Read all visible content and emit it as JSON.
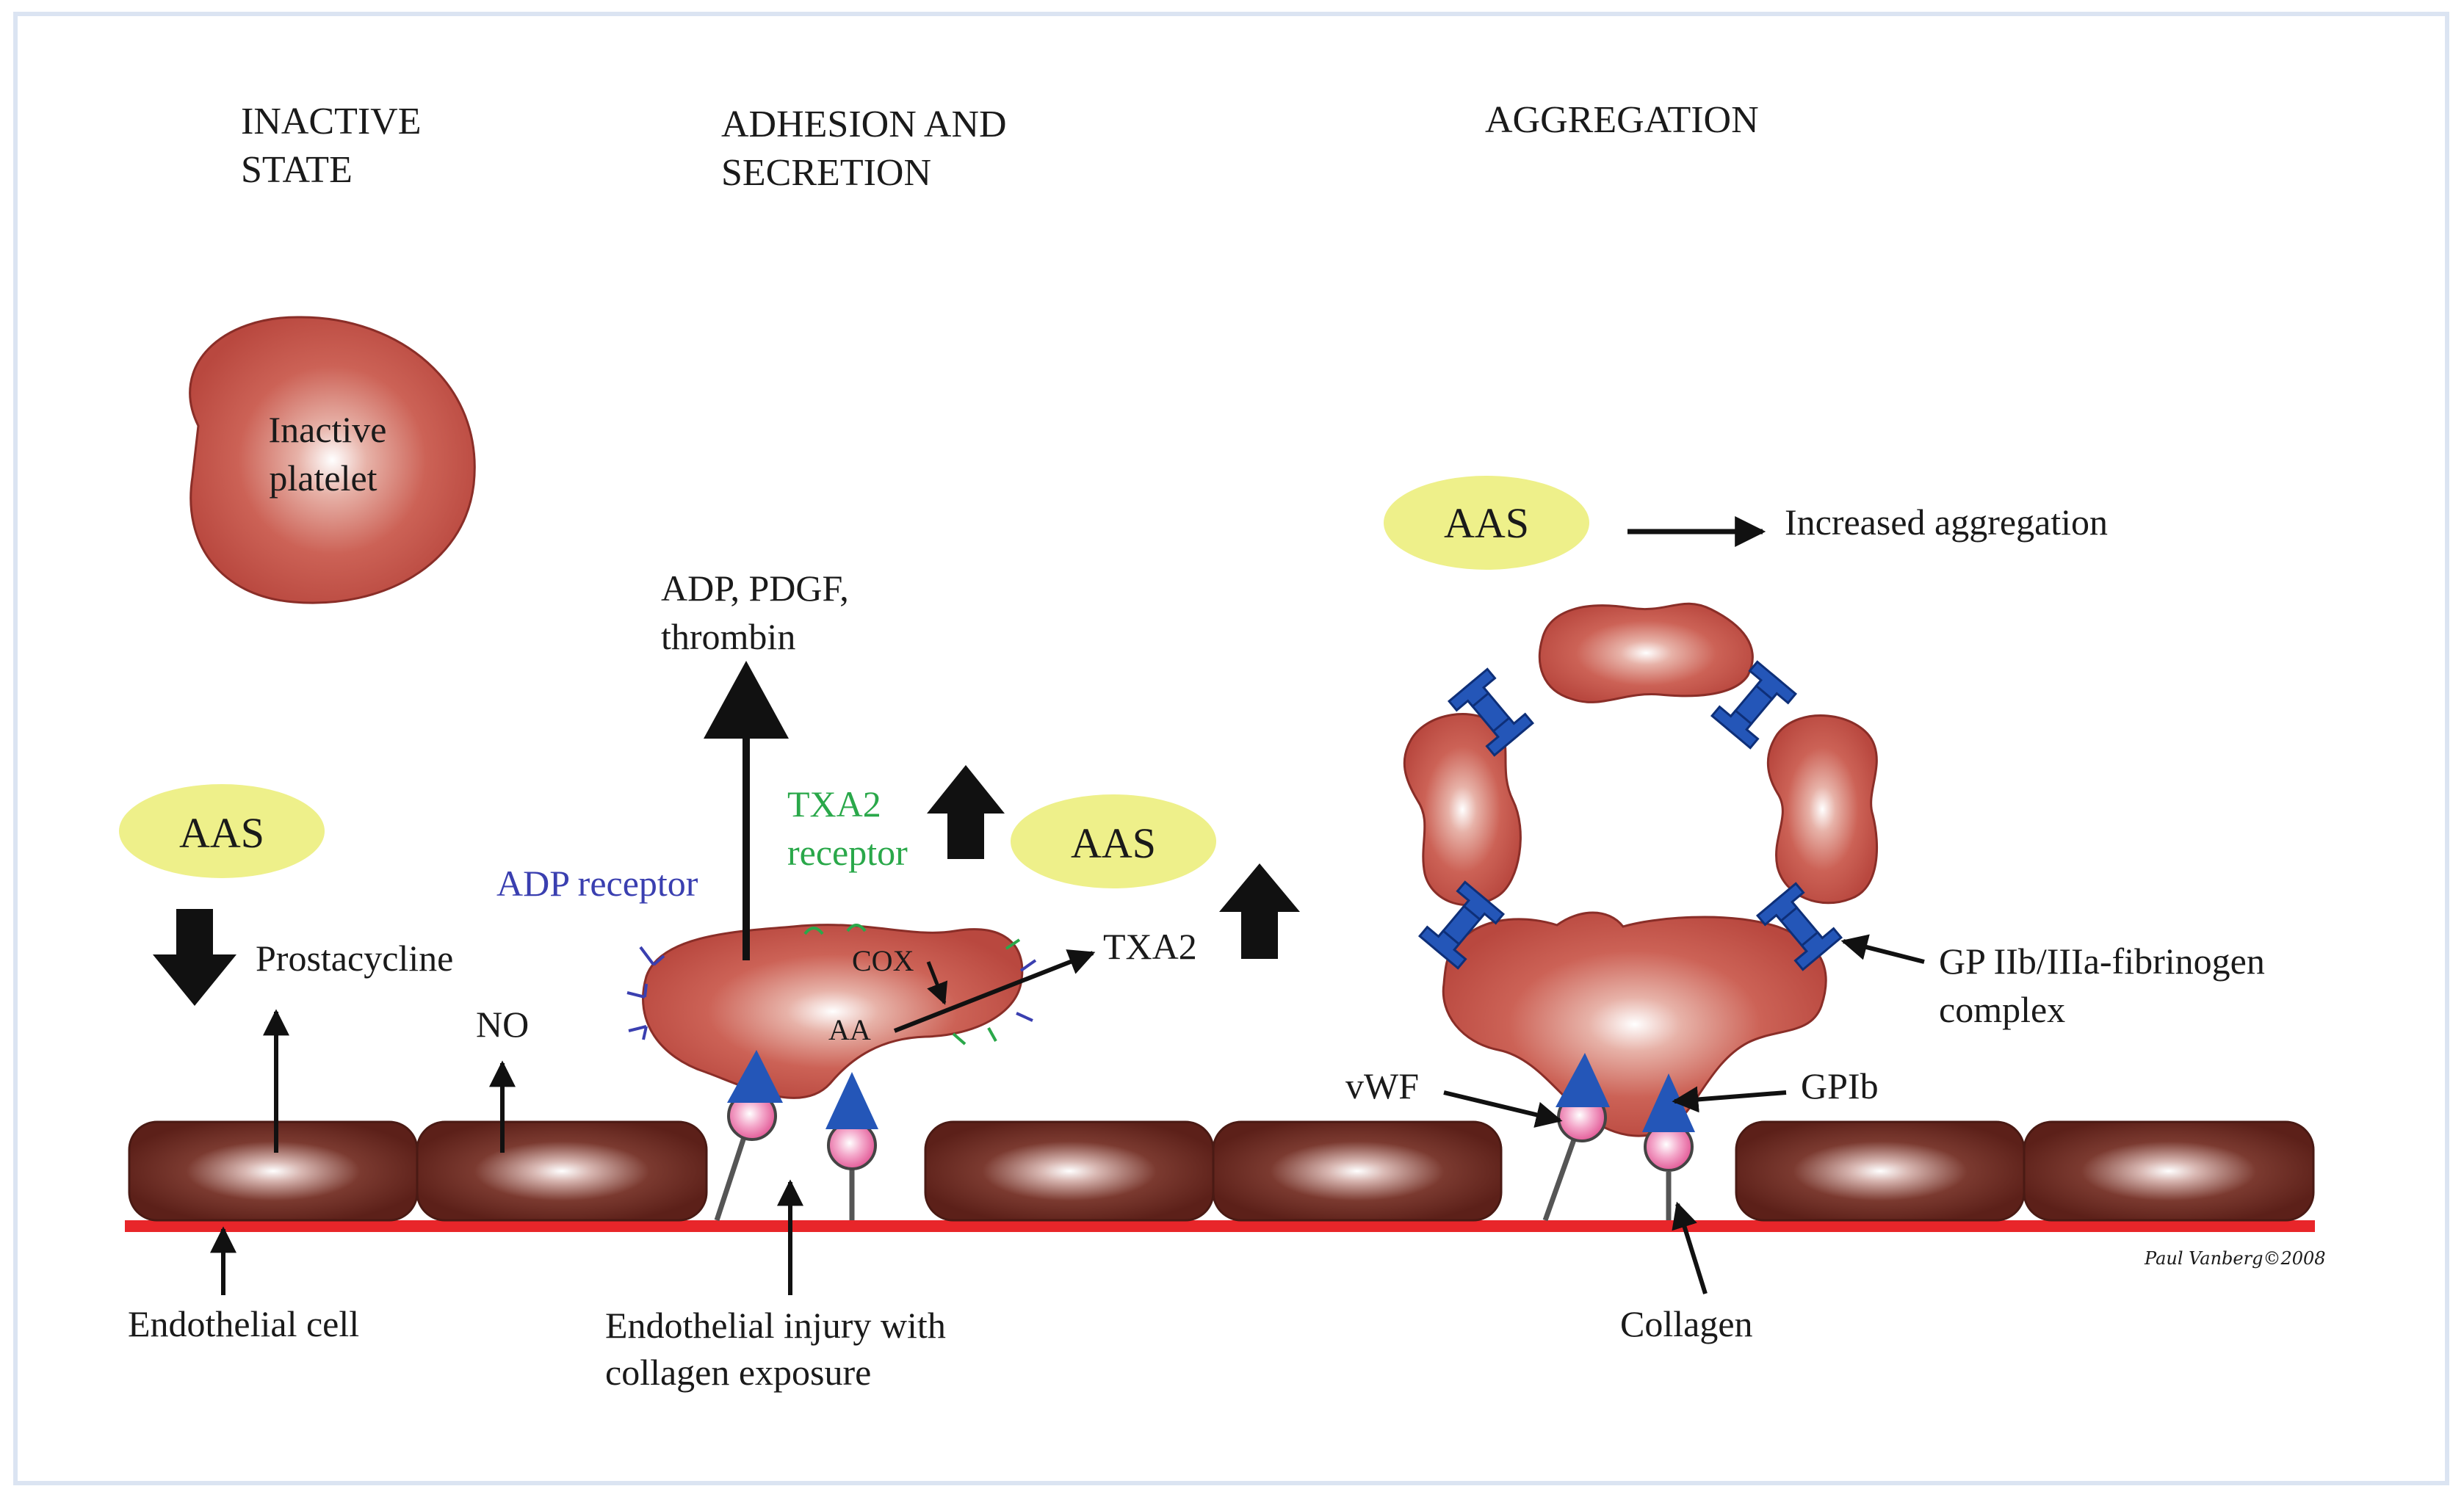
{
  "headings": {
    "inactive_line1": "INACTIVE",
    "inactive_line2": "STATE",
    "adhesion_line1": "ADHESION AND",
    "adhesion_line2": "SECRETION",
    "aggregation": "AGGREGATION"
  },
  "labels": {
    "inactive_platelet_line1": "Inactive",
    "inactive_platelet_line2": "platelet",
    "aas": "AAS",
    "prostacycline": "Prostacycline",
    "no": "NO",
    "adp_pdgf_line1": "ADP, PDGF,",
    "adp_pdgf_line2": "thrombin",
    "txa2_receptor_line1": "TXA2",
    "txa2_receptor_line2": "receptor",
    "adp_receptor": "ADP receptor",
    "cox": "COX",
    "aa": "AA",
    "txa2": "TXA2",
    "increased_aggregation": "Increased aggregation",
    "gp_complex_line1": "GP IIb/IIIa-fibrinogen",
    "gp_complex_line2": "complex",
    "vwf": "vWF",
    "gpib": "GPIb",
    "endothelial_cell": "Endothelial cell",
    "injury_line1": "Endothelial injury with",
    "injury_line2": "collagen exposure",
    "collagen": "Collagen",
    "signature": "Paul Vanberg©2008"
  },
  "colors": {
    "platelet": "#c0504a",
    "endothelial": "#6b2a22",
    "aas_ellipse": "#eef08a",
    "basement_line": "#e8262a",
    "receptor_blue": "#2456b8",
    "vwf_pink": "#e8609a",
    "adp_receptor_text": "#3a3fb0",
    "txa2_receptor_text": "#2aa84a"
  }
}
